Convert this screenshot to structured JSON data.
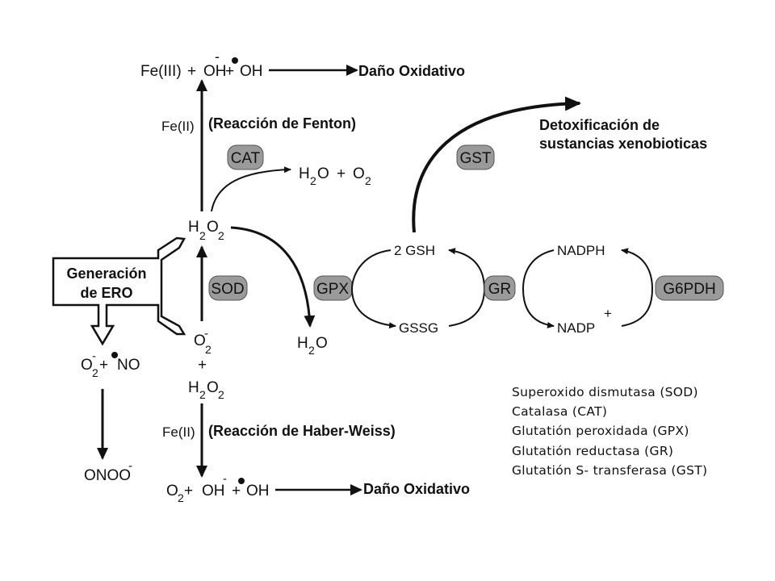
{
  "molecules": {
    "fe3": "Fe(III)",
    "oh": "OH",
    "plus": "+",
    "minus": "-",
    "fe2": "Fe(II)",
    "h": "H",
    "o": "O",
    "two": "2",
    "gsh": "2 GSH",
    "gssg": "GSSG",
    "nadph": "NADPH",
    "nadp": "NADP",
    "no": "NO",
    "onoo": "ONOO"
  },
  "labels": {
    "oxidative_damage": "Daño Oxidativo",
    "fenton": "(Reacción de Fenton)",
    "haber_weiss": "(Reacción de Haber-Weiss)",
    "detox_line1": "Detoxificación de",
    "detox_line2": "sustancias xenobioticas",
    "ero_line1": "Generación",
    "ero_line2": "de ERO"
  },
  "enzymes": {
    "cat": "CAT",
    "sod": "SOD",
    "gpx": "GPX",
    "gr": "GR",
    "gst": "GST",
    "g6pdh": "G6PDH"
  },
  "legend": [
    "Superoxido dismutasa  (SOD)",
    "Catalasa  (CAT)",
    "Glutatión  peroxidada  (GPX)",
    "Glutatión  reductasa  (GR)",
    "Glutatión  S- transferasa (GST)"
  ]
}
